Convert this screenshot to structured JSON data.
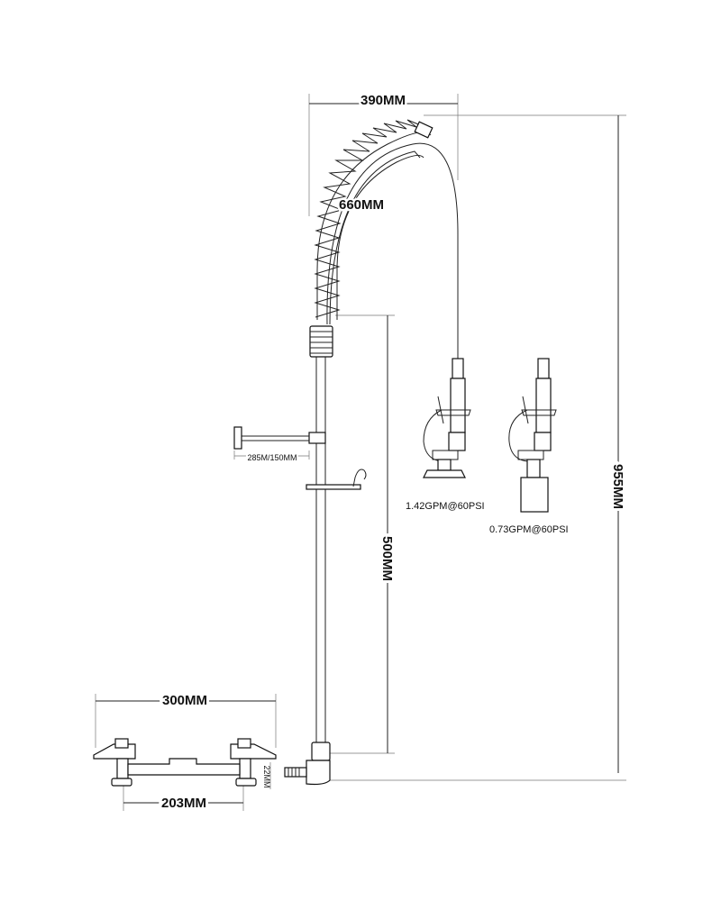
{
  "dimensions": {
    "spring_width": "390MM",
    "hose_length": "660MM",
    "total_height": "955MM",
    "riser_height": "500MM",
    "arm_length": "285M/150MM",
    "faucet_width": "300MM",
    "center_distance": "203MM",
    "inlet_size": "22MM"
  },
  "spray_valves": [
    {
      "flow_rate": "1.42GPM@60PSI"
    },
    {
      "flow_rate": "0.73GPM@60PSI"
    }
  ],
  "colors": {
    "line": "#222222",
    "background": "#ffffff"
  }
}
